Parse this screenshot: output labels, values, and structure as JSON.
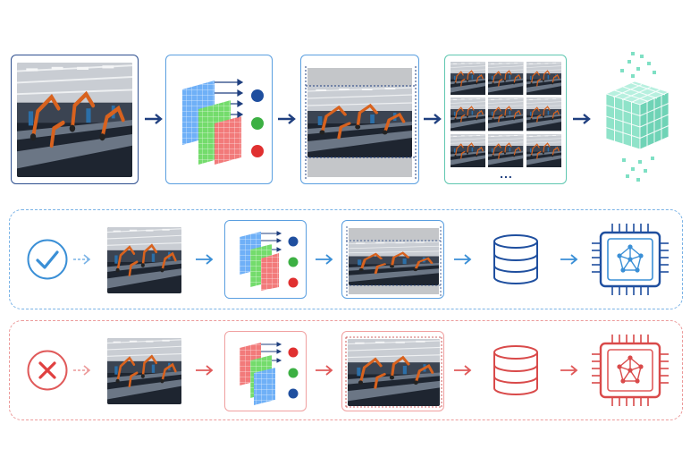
{
  "top_row": {
    "steps": [
      {
        "name": "source-image"
      },
      {
        "name": "channel-split"
      },
      {
        "name": "resized-image"
      },
      {
        "name": "image-grid"
      },
      {
        "name": "tensor-cube"
      }
    ],
    "grid_ellipsis": "..."
  },
  "valid_row": {
    "status_icon": "check-icon",
    "accent": "#3a8fd6",
    "channel_dot_colors": [
      "#1f4f9f",
      "#3cb043",
      "#e03030"
    ]
  },
  "invalid_row": {
    "status_icon": "x-icon",
    "accent": "#e05a5a",
    "channel_dot_colors": [
      "#e03030",
      "#3cb043",
      "#1f4f9f"
    ]
  },
  "colors": {
    "arrow_dark": "#1f3f7f",
    "blue_layer": "#5fa8f5",
    "green_layer": "#6fd86a",
    "red_layer": "#f07070",
    "cube": "#7fe0c4"
  }
}
